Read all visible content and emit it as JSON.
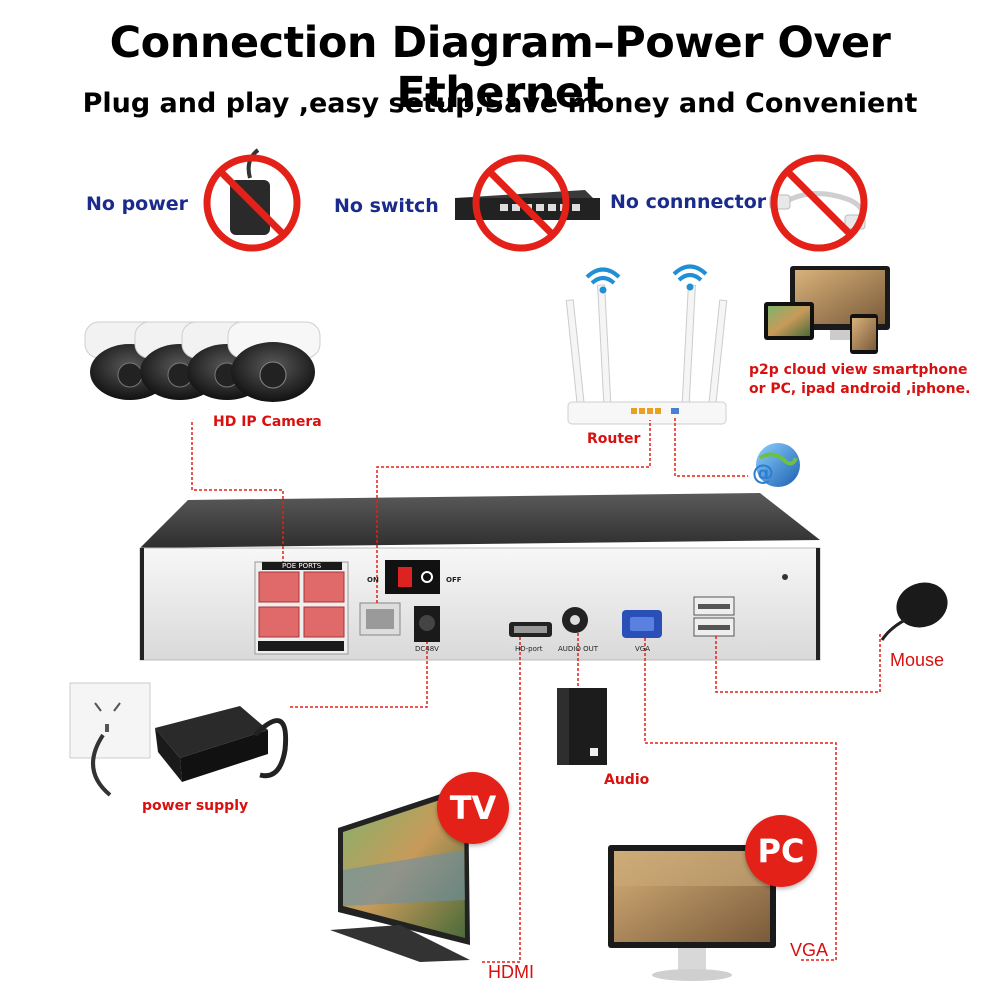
{
  "header": {
    "title": "Connection Diagram–Power Over Ethernet",
    "subtitle": "Plug and play ,easy setup,Save money and Convenient"
  },
  "prohibitions": [
    {
      "label": "No power"
    },
    {
      "label": "No switch"
    },
    {
      "label": "No connnector"
    }
  ],
  "devices": {
    "cameras": "HD IP Camera",
    "router": "Router",
    "p2p_line1": "p2p cloud  view smartphone",
    "p2p_line2": "or PC, ipad android ,iphone.",
    "mouse": "Mouse",
    "audio": "Audio",
    "power_supply": "power supply",
    "hdmi": "HDMI",
    "vga": "VGA",
    "tv_badge": "TV",
    "pc_badge": "PC"
  },
  "nvr_panel": {
    "poe_ports": "POE PORTS",
    "on": "ON",
    "off": "OFF",
    "dc": "DC48V",
    "hdmi_port": "HD-port",
    "audio_out": "AUDIO OUT",
    "vga_port": "VGA"
  },
  "colors": {
    "accent_red": "#e32119",
    "label_blue": "#1a2b8c"
  }
}
